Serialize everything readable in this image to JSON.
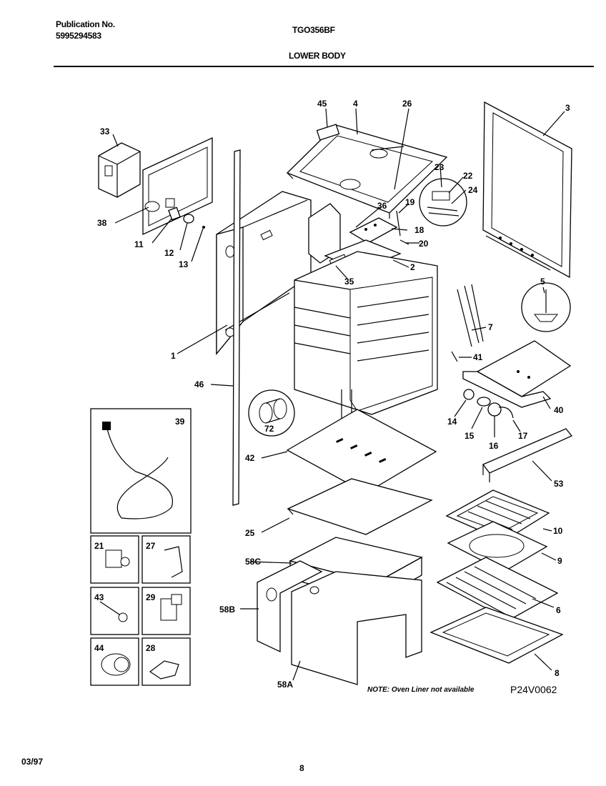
{
  "header": {
    "publication_label": "Publication No.",
    "publication_number": "5995294583",
    "model": "TGO356BF",
    "section_title": "LOWER BODY"
  },
  "footer": {
    "date": "03/97",
    "page": "8"
  },
  "diagram": {
    "drawing_code": "P24V0062",
    "note": "NOTE: Oven Liner not available",
    "callouts": [
      "45",
      "4",
      "26",
      "3",
      "33",
      "23",
      "22",
      "24",
      "19",
      "36",
      "18",
      "20",
      "38",
      "11",
      "12",
      "13",
      "2",
      "35",
      "5",
      "1",
      "7",
      "41",
      "40",
      "46",
      "14",
      "15",
      "17",
      "16",
      "53",
      "72",
      "42",
      "25",
      "10",
      "9",
      "58C",
      "58B",
      "6",
      "8",
      "58A",
      "39",
      "21",
      "27",
      "43",
      "29",
      "44",
      "28"
    ]
  }
}
